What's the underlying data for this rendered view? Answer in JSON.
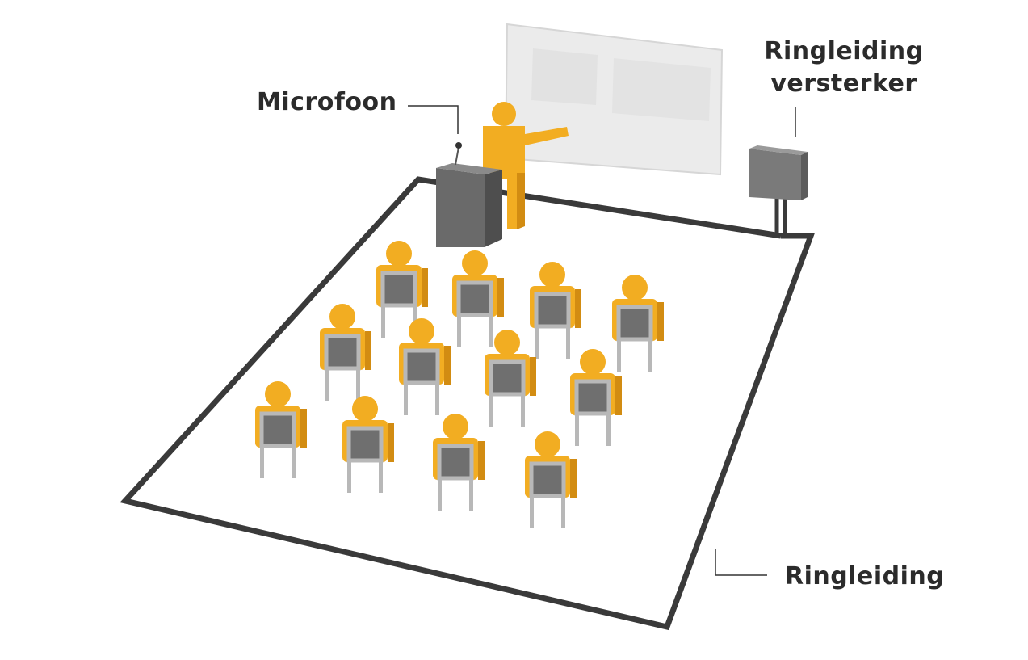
{
  "labels": {
    "microphone": "Microfoon",
    "amplifier_line1": "Ringleiding",
    "amplifier_line2": "versterker",
    "loop": "Ringleiding"
  },
  "colors": {
    "figure": "#f2ad22",
    "figure_shade": "#d28c12",
    "chair_back": "#6f6f6f",
    "chair_frame": "#b8b8b8",
    "loop_wire": "#3a3a3a",
    "lectern": "#6a6a6a",
    "screen": "#e9e9e9",
    "text": "#2b2b2b"
  }
}
